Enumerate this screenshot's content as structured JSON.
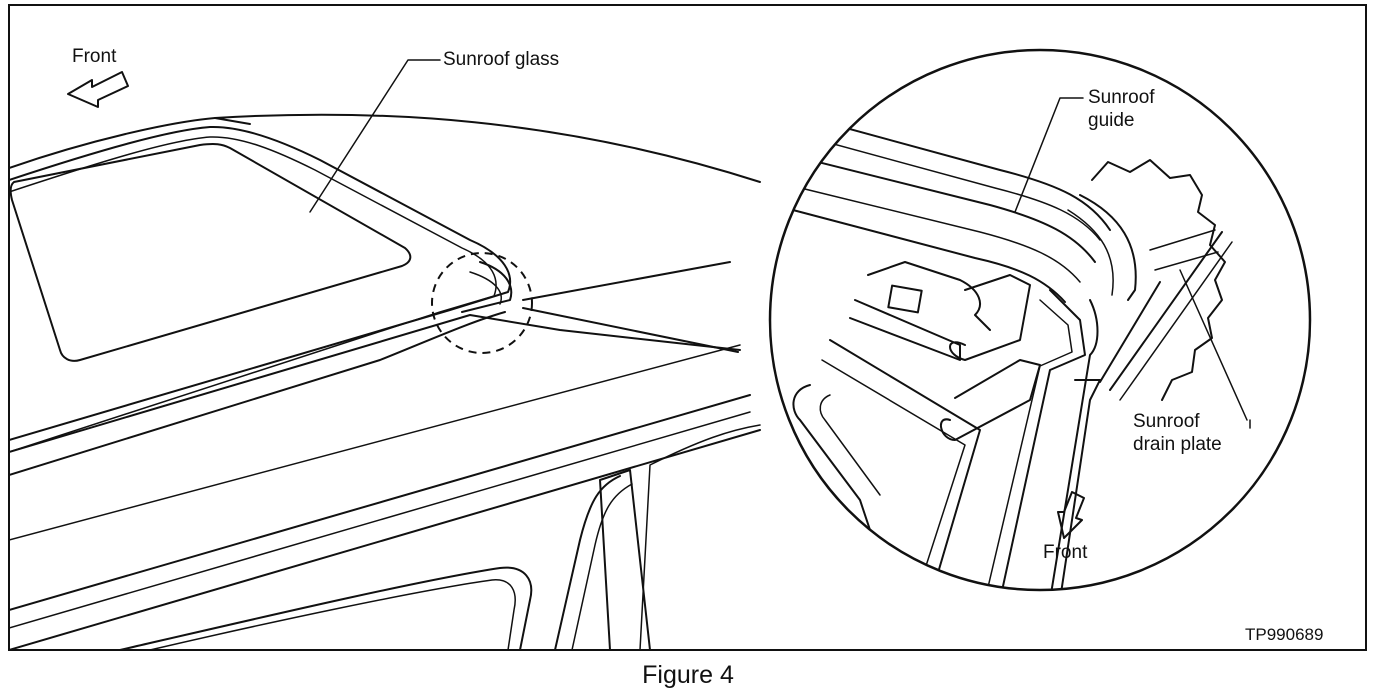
{
  "labels": {
    "front_main": "Front",
    "sunroof_glass": "Sunroof glass",
    "sunroof_guide_line1": "Sunroof",
    "sunroof_guide_line2": "guide",
    "drain_plate_line1": "Sunroof",
    "drain_plate_line2": "drain plate",
    "front_detail": "Front"
  },
  "figure_code": "TP990689",
  "caption": "Figure 4"
}
